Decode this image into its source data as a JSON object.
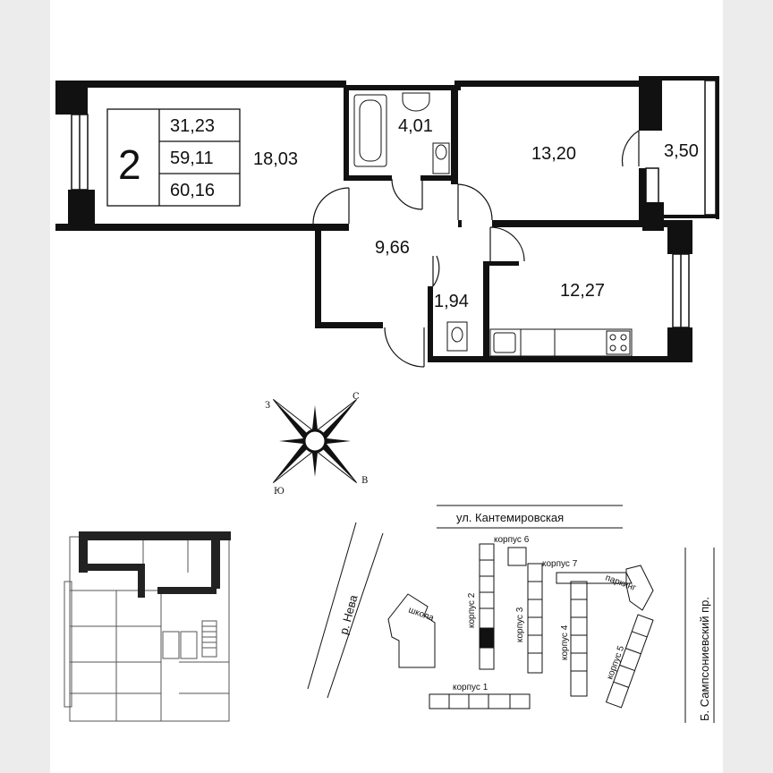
{
  "summary": {
    "rooms": "2",
    "living_area": "31,23",
    "total_area": "59,11",
    "area_with_balcony": "60,16"
  },
  "areas": {
    "living_room": "18,03",
    "bathroom": "4,01",
    "bedroom": "13,20",
    "balcony": "3,50",
    "hall": "9,66",
    "toilet": "1,94",
    "kitchen": "12,27"
  },
  "compass": {
    "north": "С",
    "east": "В",
    "south": "Ю",
    "west": "З"
  },
  "site_plan": {
    "street_top": "ул. Кантемировская",
    "street_right": "Б. Сампсониевский пр.",
    "river": "р. Нева",
    "school": "школа",
    "parking": "паркинг",
    "buildings": [
      "корпус 1",
      "корпус 2",
      "корпус 3",
      "корпус 4",
      "корпус 5",
      "корпус 6",
      "корпус 7"
    ]
  },
  "colors": {
    "walls": "#111111",
    "highlight": "#222222",
    "page": "#ffffff",
    "margin": "#ececec"
  }
}
